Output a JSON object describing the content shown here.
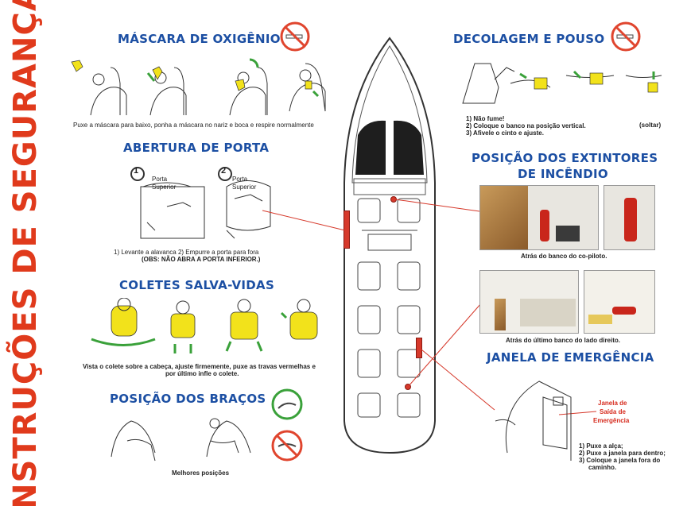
{
  "title": "INSTRUÇÕES DE SEGURANÇA",
  "sections": {
    "oxygen": {
      "heading": "MÁSCARA DE OXIGÊNIO",
      "caption": "Puxe a máscara para baixo, ponha a máscara no nariz e boca e respire normalmente"
    },
    "door": {
      "heading": "ABERTURA DE PORTA",
      "step1_number": "1",
      "step1_label": "Porta Superior",
      "step2_number": "2",
      "step2_label": "Porta Superior",
      "caption_line1": "1) Levante a alavanca      2) Empurre a porta para fora",
      "caption_line2": "(OBS: NÃO ABRA A PORTA INFERIOR.)"
    },
    "life_vests": {
      "heading": "COLETES SALVA-VIDAS",
      "caption_line1": "Vista o colete sobre a cabeça, ajuste firmemente, puxe as travas vermelhas e",
      "caption_line2": "por último infle o colete."
    },
    "arms": {
      "heading": "POSIÇÃO DOS BRAÇOS",
      "caption": "Melhores posições"
    },
    "takeoff": {
      "heading": "DECOLAGEM E POUSO",
      "steps": [
        "1) Não fume!",
        "2) Coloque o banco na posição vertical.",
        "3) Afivele o cinto e ajuste."
      ],
      "release_label": "(soltar)"
    },
    "extinguishers": {
      "heading_line1": "POSIÇÃO DOS EXTINTORES",
      "heading_line2": "DE INCÊNDIO",
      "caption_top": "Atrás do banco do co-piloto.",
      "caption_bottom": "Atrás do último banco do lado direito."
    },
    "emergency_window": {
      "heading": "JANELA DE EMERGÊNCIA",
      "label_line1": "Janela de",
      "label_line2": "Saída de",
      "label_line3": "Emergência",
      "steps": [
        "1) Puxe a alça;",
        "2) Puxe a janela para dentro;",
        "3) Coloque a janela fora do",
        "caminho."
      ]
    }
  },
  "colors": {
    "title_red": "#e03a1c",
    "heading_blue": "#1c4fa3",
    "vest_yellow": "#f2e21b",
    "mark_red": "#d6392b",
    "ok_green": "#3aa13a"
  }
}
